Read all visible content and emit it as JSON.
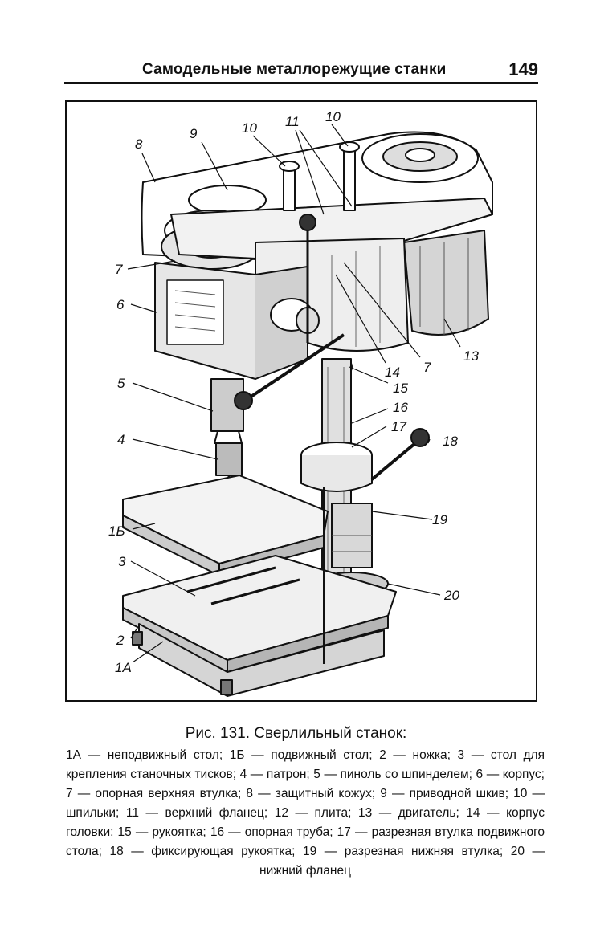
{
  "header": {
    "title": "Самодельные металлорежущие станки",
    "page_number": "149"
  },
  "figure": {
    "callouts": {
      "c8": "8",
      "c9": "9",
      "c10a": "10",
      "c11": "11",
      "c10b": "10",
      "c7a": "7",
      "c6": "6",
      "c5": "5",
      "c4": "4",
      "c1b": "1Б",
      "c3": "3",
      "c2": "2",
      "c1a": "1А",
      "c13": "13",
      "c14": "14",
      "c7b": "7",
      "c15": "15",
      "c16": "16",
      "c17": "17",
      "c18": "18",
      "c19": "19",
      "c20": "20"
    }
  },
  "caption": {
    "title": "Рис. 131. Сверлильный станок:",
    "legend": "1А — неподвижный стол; 1Б — подвижный стол; 2 — ножка; 3 — стол для крепления станочных тисков; 4 — патрон; 5 — пиноль со шпинделем; 6 — корпус; 7 — опорная верхняя втулка; 8 — защитный кожух; 9 — приводной шкив; 10 — шпильки; 11 — верхний фланец; 12 — плита; 13 — двигатель; 14 — корпус головки; 15 — рукоятка; 16 — опорная труба; 17 — разрезная втулка подвижного стола; 18 — фиксирующая рукоятка; 19 — разрезная нижняя втулка; 20 — нижний фланец"
  }
}
